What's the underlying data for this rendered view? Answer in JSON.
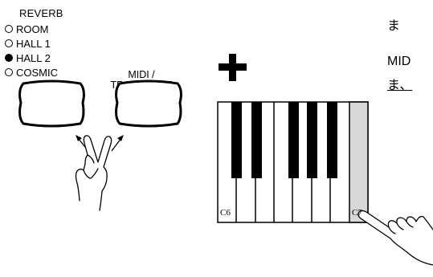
{
  "reverb": {
    "title": "REVERB",
    "options": [
      {
        "label": "ROOM",
        "on": false
      },
      {
        "label": "HALL 1",
        "on": false
      },
      {
        "label": "HALL 2",
        "on": true
      },
      {
        "label": "COSMIC",
        "on": false
      }
    ]
  },
  "midi_button": {
    "line1": "MIDI /",
    "line2": "TRANSPOSE"
  },
  "keyboard": {
    "left_key": "C6",
    "right_key": "C7"
  },
  "side_text": {
    "line1": "ま",
    "line2": "MID",
    "line3": "ま、"
  }
}
